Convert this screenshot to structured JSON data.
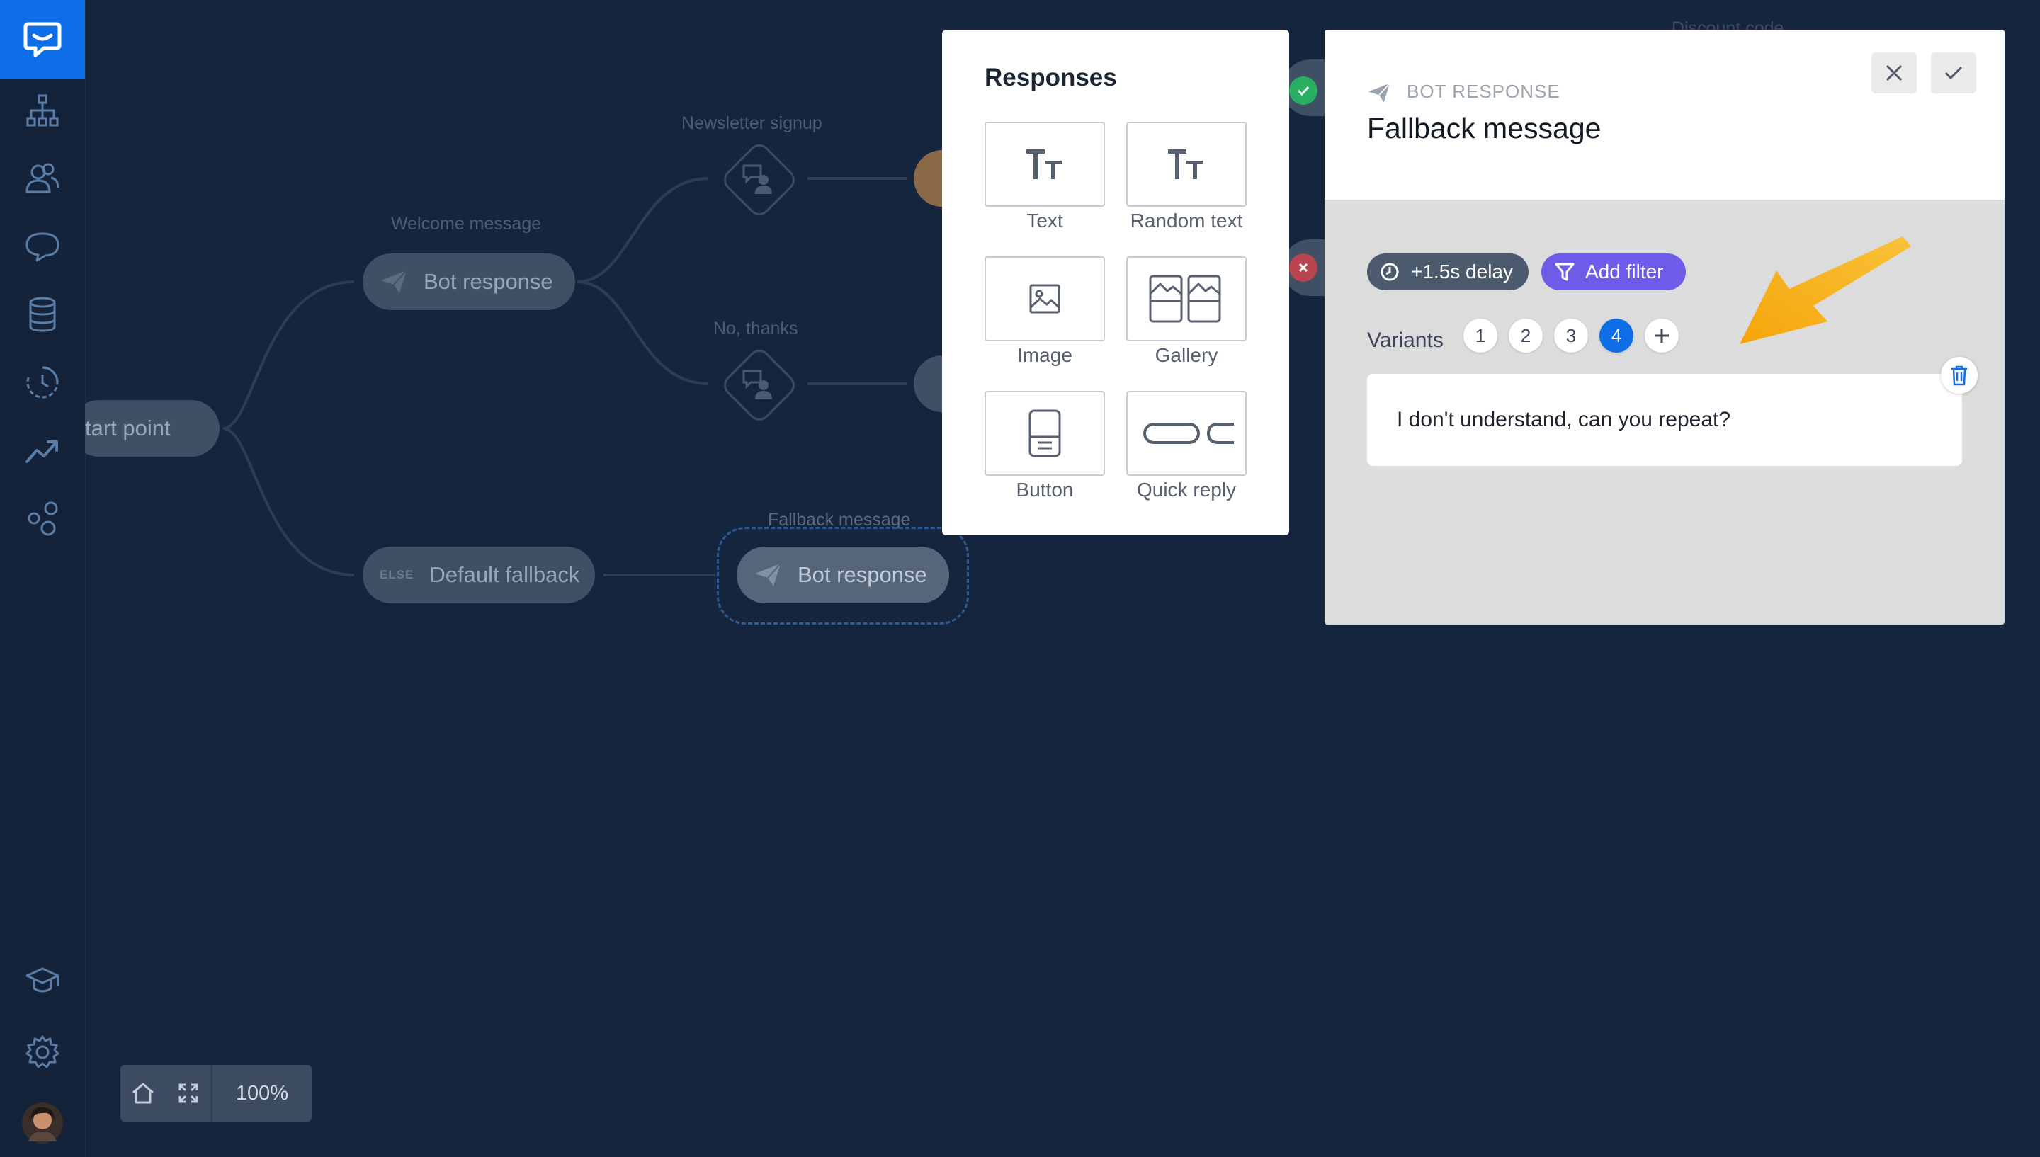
{
  "app": {
    "accent": "#0e6ee8",
    "background": "#15253d"
  },
  "sidebar": {
    "items": [
      {
        "name": "stories-icon"
      },
      {
        "name": "users-icon"
      },
      {
        "name": "chat-icon"
      },
      {
        "name": "database-icon"
      },
      {
        "name": "history-icon"
      },
      {
        "name": "reports-icon"
      },
      {
        "name": "integrations-icon"
      }
    ],
    "bottom": [
      {
        "name": "academy-icon"
      },
      {
        "name": "settings-icon"
      },
      {
        "name": "avatar"
      }
    ]
  },
  "canvas": {
    "start_point": "tart point",
    "welcome_label": "Welcome message",
    "welcome_node": "Bot response",
    "newsletter_label": "Newsletter signup",
    "no_thanks_label": "No, thanks",
    "fallback_prefix": "ELSE",
    "fallback_node": "Default fallback",
    "fallback_message_label": "Fallback message",
    "fallback_bot_node": "Bot response",
    "partial_label": "Discount code"
  },
  "zoom": {
    "level": "100%"
  },
  "responses": {
    "title": "Responses",
    "tiles": [
      {
        "label": "Text"
      },
      {
        "label": "Random text"
      },
      {
        "label": "Image"
      },
      {
        "label": "Gallery"
      },
      {
        "label": "Button"
      },
      {
        "label": "Quick reply"
      }
    ]
  },
  "panel": {
    "type_label": "BOT RESPONSE",
    "title": "Fallback message",
    "delay_label": "+1.5s delay",
    "filter_label": "Add filter",
    "variants_label": "Variants",
    "variants": [
      "1",
      "2",
      "3",
      "4"
    ],
    "active_variant": "4",
    "message_text": "I don't understand, can you repeat?",
    "filter_color": "#6c5ce7",
    "delay_color": "#4c5a6d"
  },
  "annotation": {
    "arrow_color": "#f5b214"
  }
}
